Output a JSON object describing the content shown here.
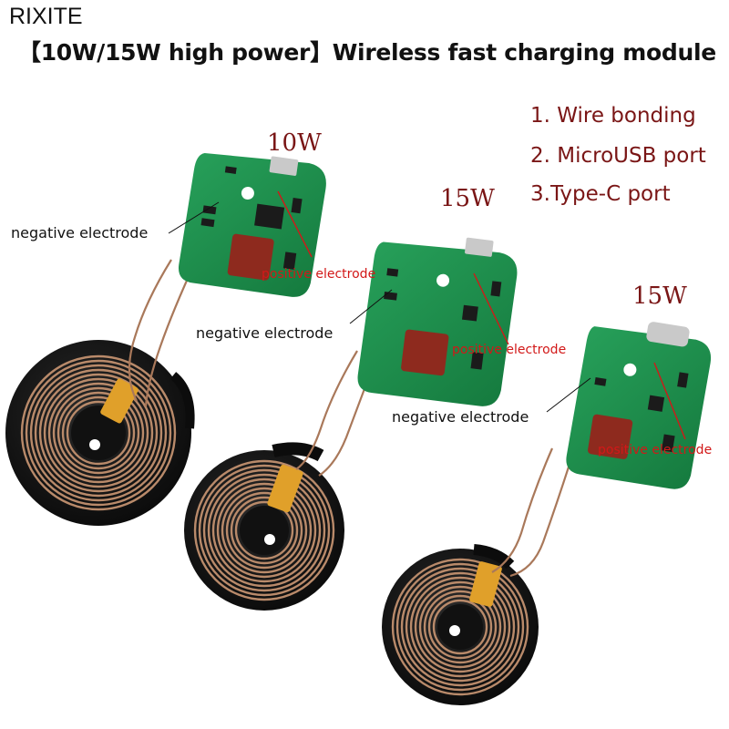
{
  "header": {
    "brand": "RIXITE",
    "title": "【10W/15W high power】Wireless fast charging module"
  },
  "features": [
    "1. Wire bonding",
    "2. MicroUSB port",
    "3.Type-C port"
  ],
  "modules": [
    {
      "power_label": "10W",
      "port": "MicroUSB",
      "negative_label": "negative electrode",
      "positive_label": "positive electrode"
    },
    {
      "power_label": "15W",
      "port": "MicroUSB",
      "negative_label": "negative electrode",
      "positive_label": "positive electrode"
    },
    {
      "power_label": "15W",
      "port": "Type-C",
      "negative_label": "negative electrode",
      "positive_label": "positive electrode"
    }
  ],
  "colors": {
    "feature_text": "#7a1616",
    "positive_label": "#d21818",
    "pcb": "#1f8a4c",
    "coil_copper": "#b98a6a",
    "coil_ferrite": "#141414",
    "polyimide_tape": "#e0a02a"
  }
}
